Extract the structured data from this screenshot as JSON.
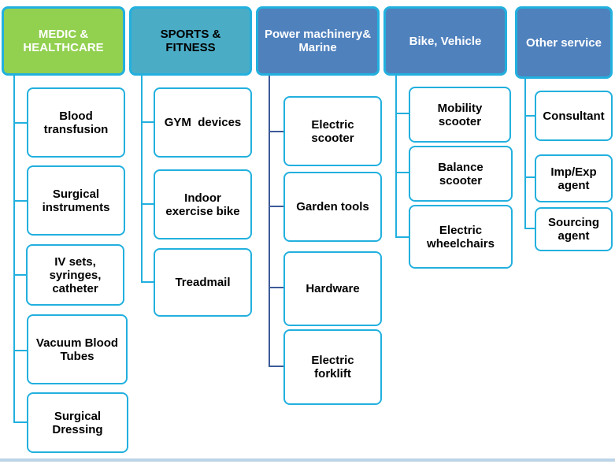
{
  "columns": [
    {
      "header": "MEDIC &\nHEALTHCARE",
      "header_bg": "#92d050",
      "header_color": "#ffffff",
      "items": [
        "Blood\ntransfusion",
        "Surgical\ninstruments",
        "IV sets,\nsyringes,\ncatheter",
        "Vacuum Blood\nTubes",
        "Surgical\nDressing"
      ]
    },
    {
      "header": "SPORTS &\nFITNESS",
      "header_bg": "#4bacc6",
      "header_color": "#000000",
      "items": [
        "GYM  devices",
        "Indoor\nexercise bike",
        "Treadmail"
      ]
    },
    {
      "header": "Power machinery&\nMarine",
      "header_bg": "#4f81bd",
      "header_color": "#ffffff",
      "items": [
        "Electric\nscooter",
        "Garden tools",
        "Hardware",
        "Electric\nforklift"
      ]
    },
    {
      "header": "Bike, Vehicle",
      "header_bg": "#4f81bd",
      "header_color": "#ffffff",
      "items": [
        "Mobility\nscooter",
        "Balance\nscooter",
        "Electric\nwheelchairs"
      ]
    },
    {
      "header": "Other service",
      "header_bg": "#4f81bd",
      "header_color": "#ffffff",
      "items": [
        "Consultant",
        "Imp/Exp\nagent",
        "Sourcing\nagent"
      ]
    }
  ],
  "colors": {
    "border": "#22b0de",
    "connector_power": "#3d5a99"
  }
}
